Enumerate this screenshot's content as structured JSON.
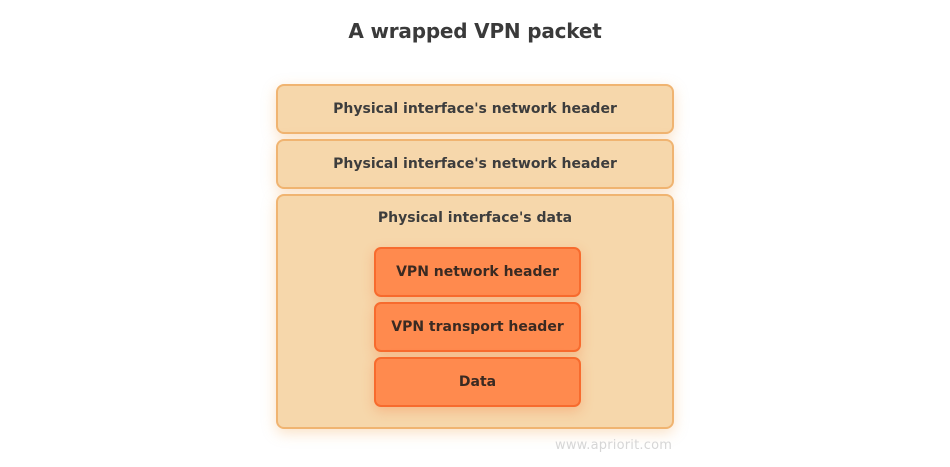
{
  "title": "A wrapped VPN packet",
  "packet": {
    "headers": [
      "Physical interface's network header",
      "Physical interface's network header"
    ],
    "data_label": "Physical interface's data",
    "inner": [
      "VPN network header",
      "VPN transport header",
      "Data"
    ]
  },
  "watermark": "www.apriorit.com",
  "colors": {
    "outer_fill": "#f6d7ab",
    "outer_border": "#f0b471",
    "inner_fill": "#ff8a4e",
    "inner_border": "#f76b2e"
  }
}
